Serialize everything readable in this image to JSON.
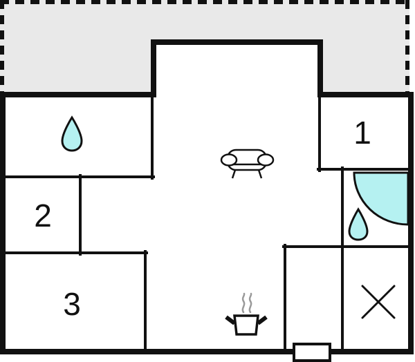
{
  "plan": {
    "kind": "apartment-floor-plan",
    "rooms": {
      "room1": {
        "label": "1"
      },
      "room2": {
        "label": "2"
      },
      "room3": {
        "label": "3"
      }
    },
    "icons": {
      "terrace": "dashed-outline-terrace",
      "water_drop_bedroom": "water-drop",
      "water_drop_bathroom": "water-drop",
      "sofa": "sofa",
      "shower": "corner-shower-quarter-circle",
      "stove": "cooking-pot-with-steam",
      "cross": "x-mark",
      "door": "entrance-door"
    },
    "colors": {
      "background": "#ffffff",
      "wall": "#111111",
      "terrace_fill": "#e9e9e9",
      "water_fill": "#b5f1f1",
      "steam": "#9a9a9a"
    }
  }
}
